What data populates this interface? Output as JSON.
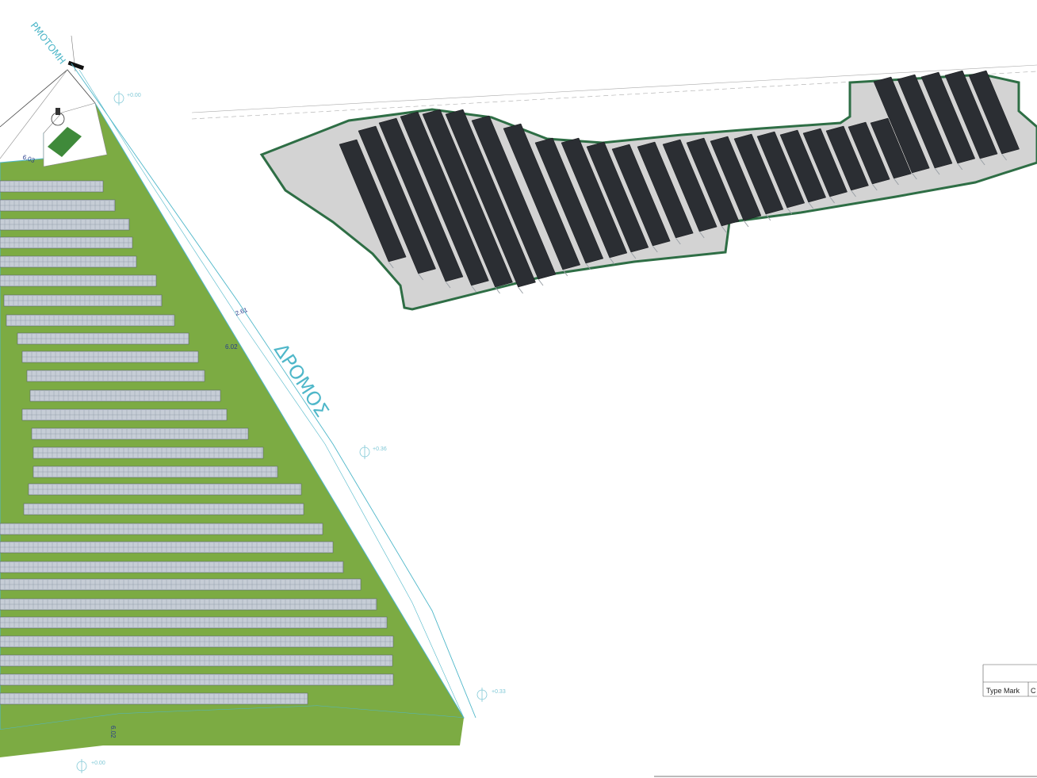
{
  "site_plan": {
    "road_label": "ΔΡΟΜΟΣ",
    "stream_label": "ΡΜΟΤΟΜΗ",
    "dimensions": [
      "2.61",
      "6.02",
      "6.03",
      "6.02"
    ],
    "benchmarks": [
      "+0.00",
      "+0.36",
      "+0.33",
      "+0.00"
    ],
    "colors": {
      "grass": "#7cab43",
      "panel_fill": "#c6cdd6",
      "panel_stroke": "#5a6470",
      "outline": "#4fb7c9",
      "gravel": "#d3d3d3",
      "panel_3d": "#2b2e33",
      "fence": "#2e6e45"
    }
  },
  "legend": {
    "type_mark": "Type Mark",
    "next_col": "C"
  }
}
